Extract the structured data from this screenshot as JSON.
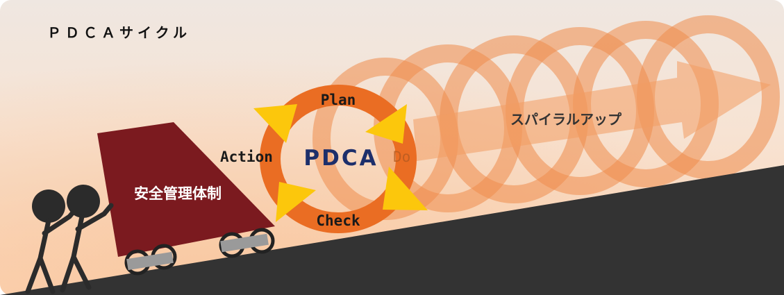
{
  "page": {
    "title": "ＰＤＣＡサイクル"
  },
  "cycle": {
    "center_label": "PDCA",
    "steps": [
      "Plan",
      "Do",
      "Check",
      "Action"
    ]
  },
  "spiral": {
    "label": "スパイラルアップ"
  },
  "cart": {
    "label": "安全管理体制"
  },
  "colors": {
    "background_top": "#f1e6dd",
    "background_glow": "#f8c8a0",
    "ring_orange": "#ea6d23",
    "ring_light": "#f2a06a",
    "arrow_yellow": "#fcc70c",
    "text_navy": "#1d2f6b",
    "cart_maroon": "#7b1a1f",
    "slope_dark": "#333333",
    "figure_dark": "#2b2b2b"
  }
}
